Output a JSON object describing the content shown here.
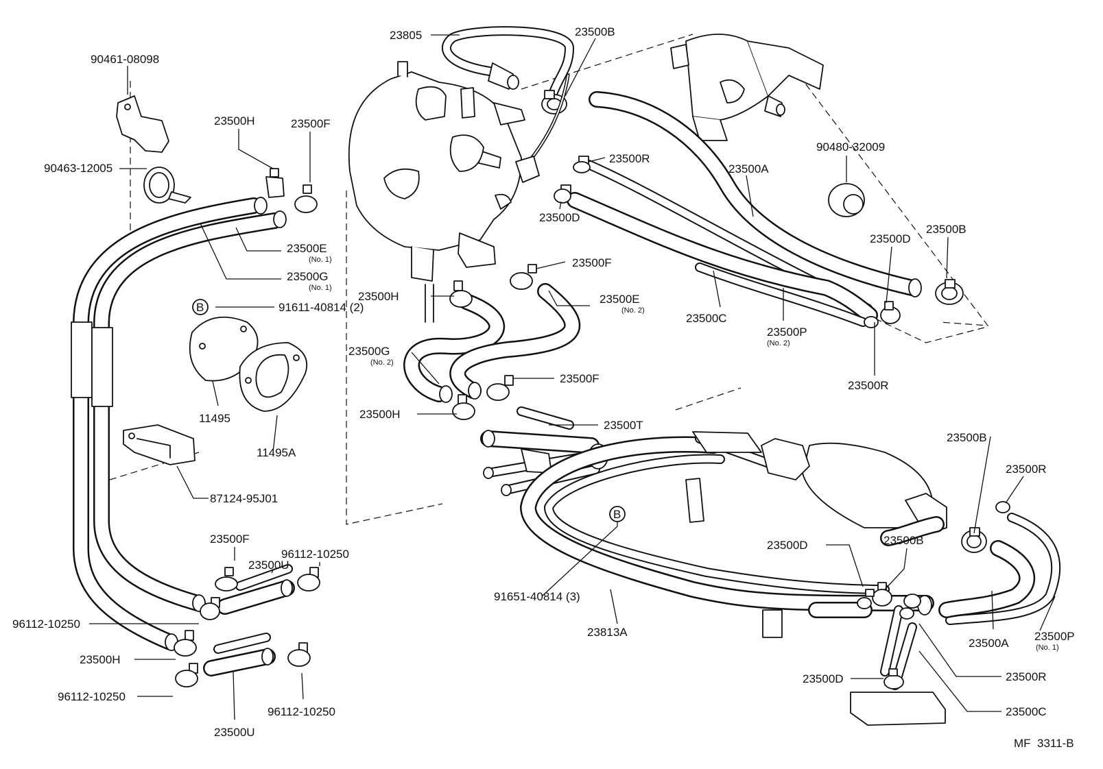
{
  "drawing_code": "MF  3311-B",
  "callout_letter": "B",
  "labels": [
    {
      "id": "l-23805",
      "text": "23805"
    },
    {
      "id": "l-23500b-top",
      "text": "23500B"
    },
    {
      "id": "l-90461",
      "text": "90461-08098"
    },
    {
      "id": "l-90463",
      "text": "90463-12005"
    },
    {
      "id": "l-23500h-1",
      "text": "23500H"
    },
    {
      "id": "l-23500f-1",
      "text": "23500F"
    },
    {
      "id": "l-23500e-1",
      "text": "23500E",
      "sub": "(No. 1)"
    },
    {
      "id": "l-23500g-1",
      "text": "23500G",
      "sub": "(No. 1)"
    },
    {
      "id": "l-91611",
      "text": "91611-40814 (2)"
    },
    {
      "id": "l-11495",
      "text": "11495"
    },
    {
      "id": "l-11495a",
      "text": "11495A"
    },
    {
      "id": "l-87124",
      "text": "87124-95J01"
    },
    {
      "id": "l-23500r-1",
      "text": "23500R"
    },
    {
      "id": "l-23500a-1",
      "text": "23500A"
    },
    {
      "id": "l-90480",
      "text": "90480-32009"
    },
    {
      "id": "l-23500d-1",
      "text": "23500D"
    },
    {
      "id": "l-23500f-2",
      "text": "23500F"
    },
    {
      "id": "l-23500h-2",
      "text": "23500H"
    },
    {
      "id": "l-23500e-2",
      "text": "23500E",
      "sub": "(No. 2)"
    },
    {
      "id": "l-23500c-1",
      "text": "23500C"
    },
    {
      "id": "l-23500p-2",
      "text": "23500P",
      "sub": "(No. 2)"
    },
    {
      "id": "l-23500d-2",
      "text": "23500D"
    },
    {
      "id": "l-23500b-2",
      "text": "23500B"
    },
    {
      "id": "l-23500r-2",
      "text": "23500R"
    },
    {
      "id": "l-23500g-2",
      "text": "23500G",
      "sub": "(No. 2)"
    },
    {
      "id": "l-23500f-3",
      "text": "23500F"
    },
    {
      "id": "l-23500h-3",
      "text": "23500H"
    },
    {
      "id": "l-23500t",
      "text": "23500T"
    },
    {
      "id": "l-23500b-3",
      "text": "23500B"
    },
    {
      "id": "l-23500r-3",
      "text": "23500R"
    },
    {
      "id": "l-23500f-4",
      "text": "23500F"
    },
    {
      "id": "l-96112-1",
      "text": "96112-10250"
    },
    {
      "id": "l-23500u-1",
      "text": "23500U"
    },
    {
      "id": "l-96112-2",
      "text": "96112-10250"
    },
    {
      "id": "l-23500h-4",
      "text": "23500H"
    },
    {
      "id": "l-96112-3",
      "text": "96112-10250"
    },
    {
      "id": "l-96112-4",
      "text": "96112-10250"
    },
    {
      "id": "l-23500u-2",
      "text": "23500U"
    },
    {
      "id": "l-91651",
      "text": "91651-40814 (3)"
    },
    {
      "id": "l-23813a",
      "text": "23813A"
    },
    {
      "id": "l-23500d-3",
      "text": "23500D"
    },
    {
      "id": "l-23500b-4",
      "text": "23500B"
    },
    {
      "id": "l-23500a-2",
      "text": "23500A"
    },
    {
      "id": "l-23500p-1",
      "text": "23500P",
      "sub": "(No. 1)"
    },
    {
      "id": "l-23500r-4",
      "text": "23500R"
    },
    {
      "id": "l-23500d-4",
      "text": "23500D"
    },
    {
      "id": "l-23500c-2",
      "text": "23500C"
    }
  ]
}
